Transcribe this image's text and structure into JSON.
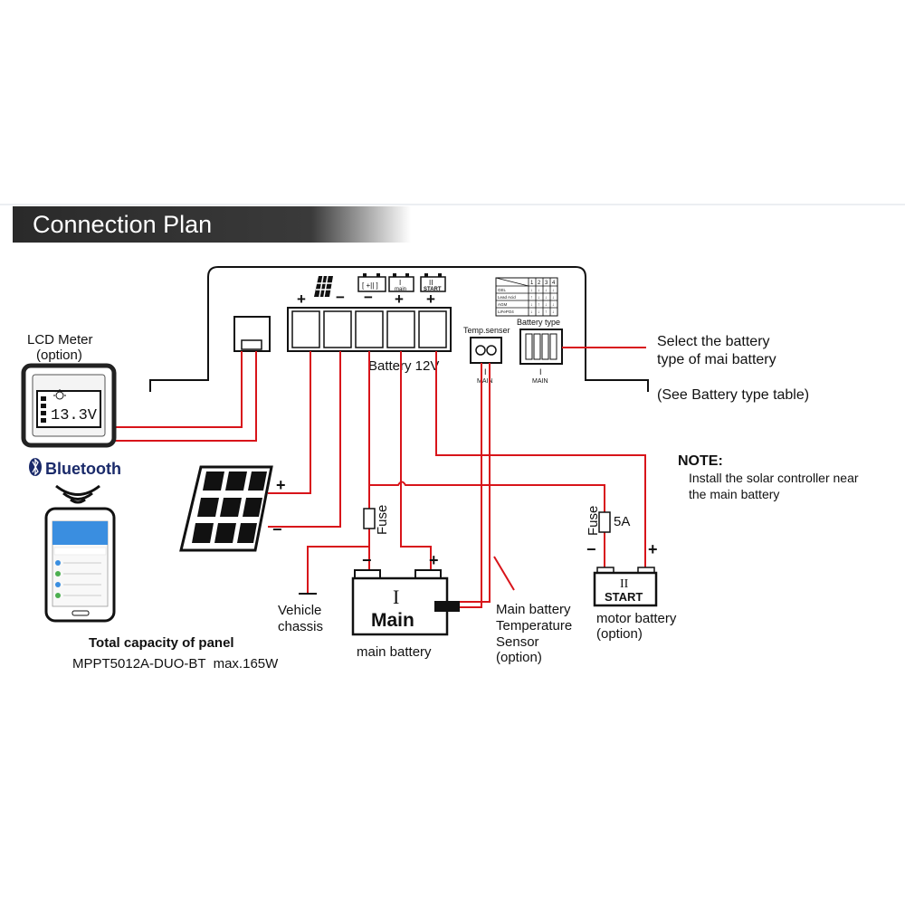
{
  "header": {
    "title": "Connection Plan"
  },
  "controller": {
    "battery_label": "Battery 12V",
    "terminal_signs": [
      "+",
      "−",
      "−",
      "+",
      "+"
    ],
    "icon_batt_both": "[ +|| ]",
    "icon_main": "main",
    "icon_start_roman": "II",
    "icon_start": "START",
    "temp_sensor_label": "Temp.senser",
    "temp_sensor_roman": "I",
    "temp_sensor_sub": "MAIN",
    "battery_type_label": "Battery type",
    "battery_type_roman": "I",
    "battery_type_sub": "MAIN",
    "type_table": {
      "headers": [
        "1",
        "2",
        "3",
        "4"
      ],
      "rows": [
        "GEL",
        "Lead Acid",
        "AGM",
        "LiFePO4"
      ]
    }
  },
  "lcd_meter": {
    "label_line1": "LCD Meter",
    "label_line2": "(option)",
    "reading": "13.3V"
  },
  "bluetooth": {
    "label": "Bluetooth"
  },
  "solar_panel": {
    "plus": "+",
    "minus": "−"
  },
  "capacity": {
    "heading": "Total capacity of panel",
    "model": "MPPT5012A-DUO-BT  max.165W"
  },
  "vehicle_chassis": {
    "line1": "Vehicle",
    "line2": "chassis"
  },
  "main_battery": {
    "roman": "I",
    "name": "Main",
    "minus": "−",
    "plus": "+",
    "caption": "main battery",
    "fuse": "Fuse"
  },
  "temp_sensor_note": {
    "line1": "Main battery",
    "line2": "Temperature",
    "line3": "Sensor",
    "line4": "(option)"
  },
  "motor_battery": {
    "roman": "II",
    "name": "START",
    "minus": "−",
    "plus": "+",
    "fuse": "Fuse",
    "fuse_rating": "5A",
    "caption_line1": "motor battery",
    "caption_line2": "(option)"
  },
  "select_note": {
    "line1": "Select the battery",
    "line2": "type of mai battery",
    "line3": "(See Battery type table)"
  },
  "note": {
    "heading": "NOTE:",
    "line1": "Install the solar controller near",
    "line2": "the main battery"
  },
  "colors": {
    "wire": "#d8141a",
    "header_dark": "#2f2f2f",
    "line": "#111111"
  }
}
